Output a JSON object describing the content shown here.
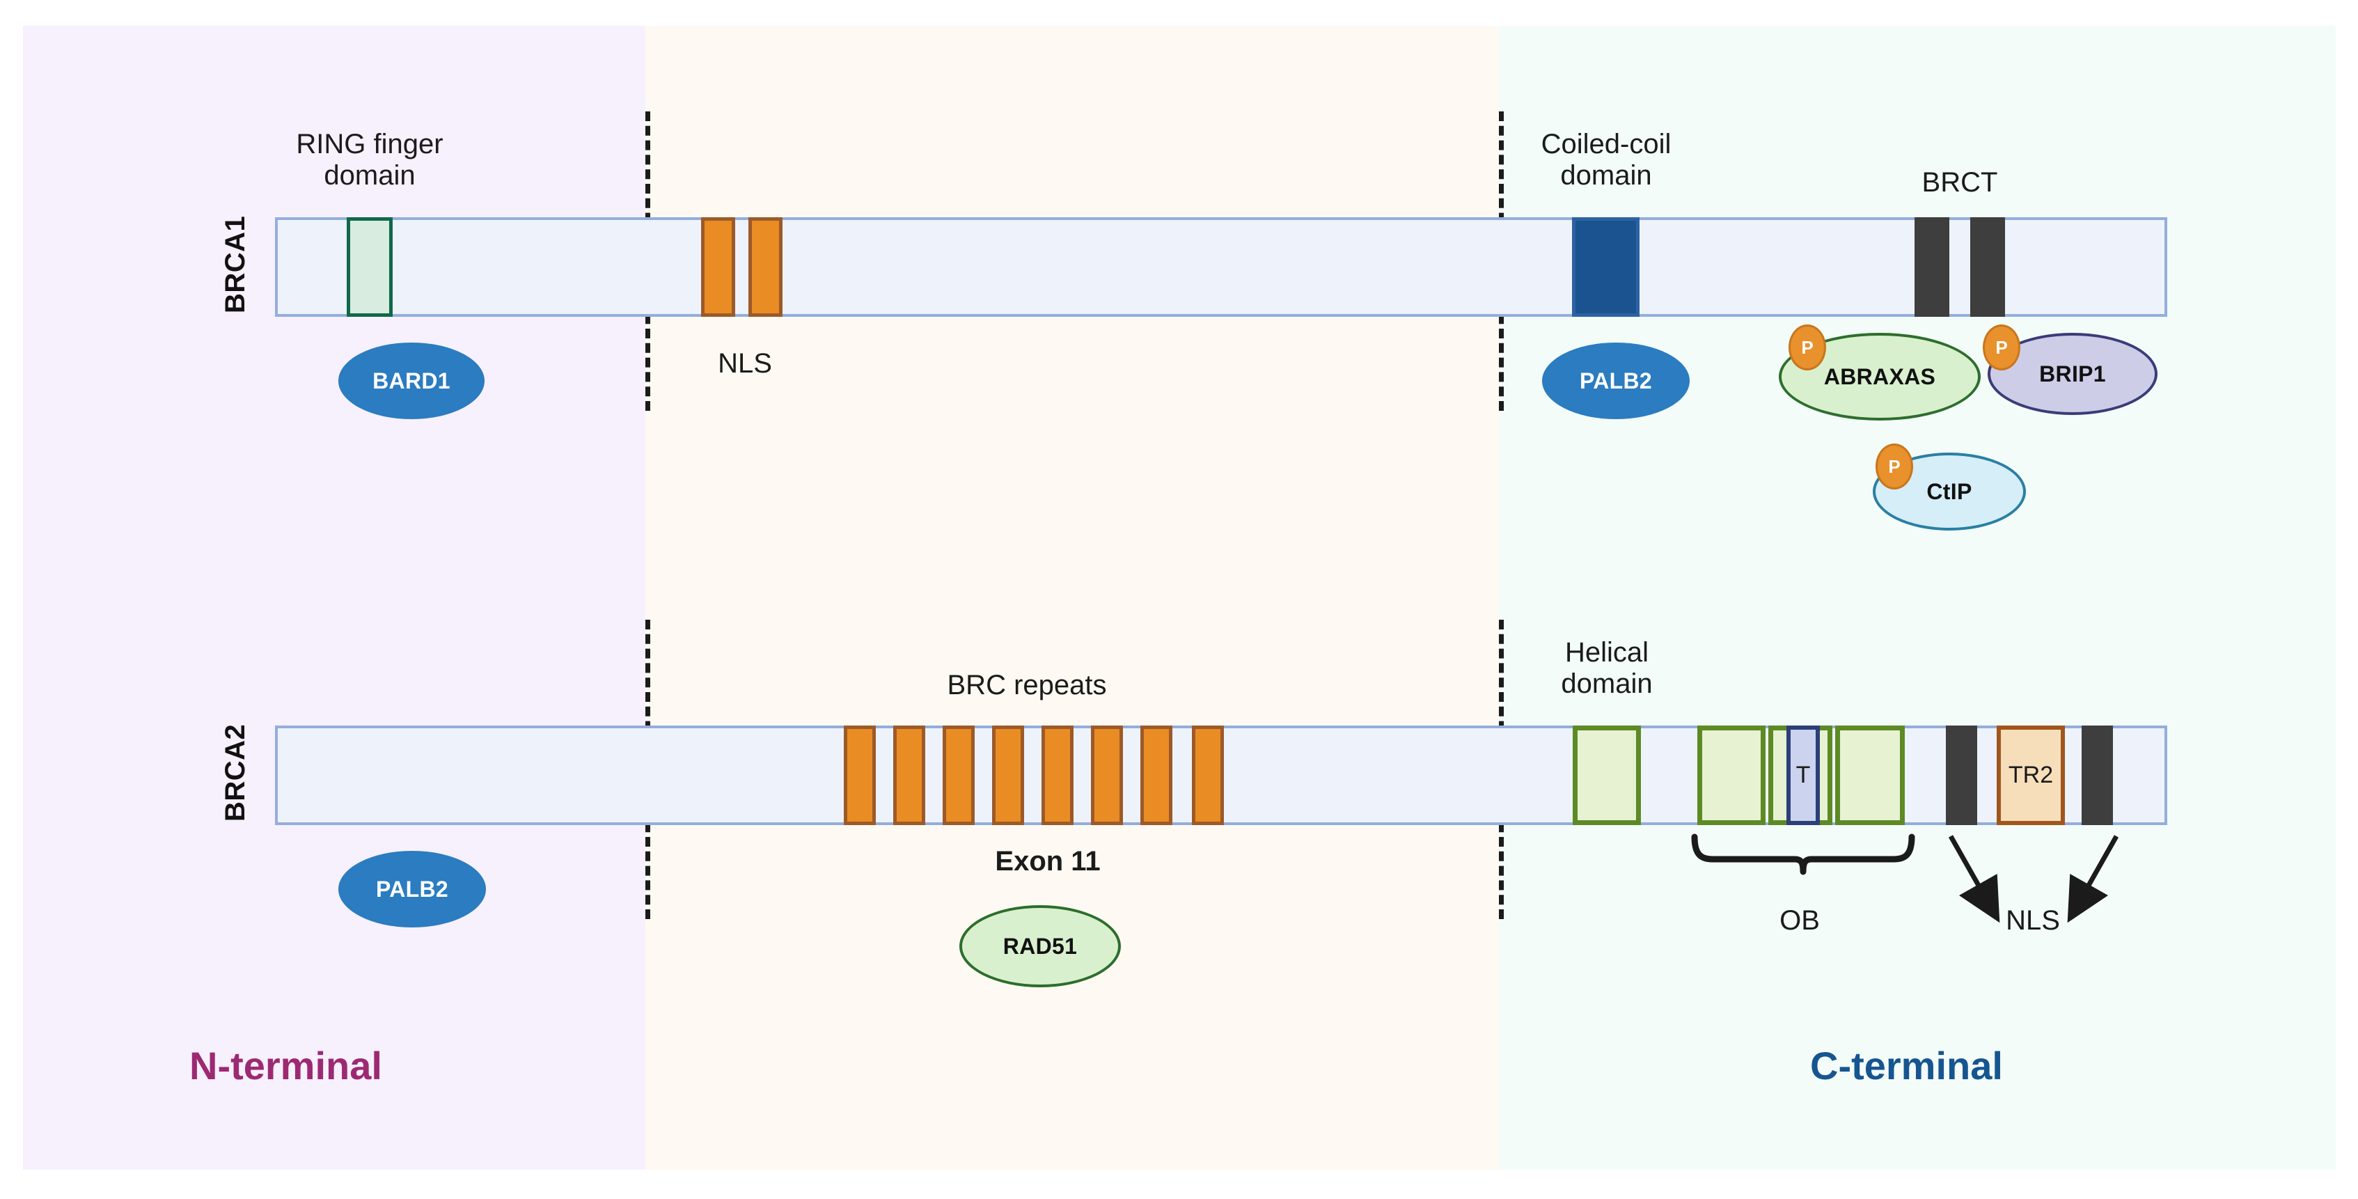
{
  "figure": {
    "zones": [
      {
        "id": "n-terminal",
        "label": "N-terminal",
        "color": "#9c2a72",
        "bg": "#f7f0fd"
      },
      {
        "id": "middle",
        "label": "",
        "color": "",
        "bg": "#fefaf3"
      },
      {
        "id": "c-terminal",
        "label": "C-terminal",
        "color": "#16558f",
        "bg": "#f3fcf9"
      }
    ],
    "bar_fill": "#eef3fb",
    "bar_border": "#93aedd"
  },
  "rows": [
    {
      "id": "brca1",
      "label": "BRCA1",
      "domains": [
        {
          "name": "ring-finger-domain",
          "text": "",
          "fill": "#d9ece0",
          "border": "#10694a"
        },
        {
          "name": "nls-motif-1",
          "text": "",
          "fill": "#ea8c24",
          "border": "#9c5a29"
        },
        {
          "name": "nls-motif-2",
          "text": "",
          "fill": "#ea8c24",
          "border": "#9c5a29"
        },
        {
          "name": "coiled-coil-domain",
          "text": "",
          "fill": "#1b5390",
          "border": "#2c62a3"
        },
        {
          "name": "brct-repeat-1",
          "text": "",
          "fill": "#3e3e3e",
          "border": "#3e3e3e"
        },
        {
          "name": "brct-repeat-2",
          "text": "",
          "fill": "#3e3e3e",
          "border": "#3e3e3e"
        }
      ],
      "annotations": [
        {
          "name": "ring-finger-domain-label",
          "text": "RING finger\ndomain"
        },
        {
          "name": "nls-label",
          "text": "NLS"
        },
        {
          "name": "coiled-coil-domain-label",
          "text": "Coiled-coil\ndomain"
        },
        {
          "name": "brct-label",
          "text": "BRCT"
        }
      ],
      "interactors": [
        {
          "name": "bard1",
          "label": "BARD1",
          "fill": "#2b7cc0",
          "border": "#2b7cc0",
          "text": "#ffffff",
          "phospho": false
        },
        {
          "name": "palb2",
          "label": "PALB2",
          "fill": "#2b7cc0",
          "border": "#2b7cc0",
          "text": "#ffffff",
          "phospho": false
        },
        {
          "name": "abraxas",
          "label": "ABRAXAS",
          "fill": "#d9f0cf",
          "border": "#2d6e2c",
          "text": "#111111",
          "phospho": true
        },
        {
          "name": "brip1",
          "label": "BRIP1",
          "fill": "#cdcde8",
          "border": "#3b3b78",
          "text": "#111111",
          "phospho": true
        },
        {
          "name": "ctip",
          "label": "CtIP",
          "fill": "#d6eef8",
          "border": "#2a7fa5",
          "text": "#111111",
          "phospho": true
        }
      ],
      "phospho_badge": "P"
    },
    {
      "id": "brca2",
      "label": "BRCA2",
      "domains": [
        {
          "name": "brc-repeat-1",
          "text": "",
          "fill": "#ea8c24",
          "border": "#9c5a29"
        },
        {
          "name": "brc-repeat-2",
          "text": "",
          "fill": "#ea8c24",
          "border": "#9c5a29"
        },
        {
          "name": "brc-repeat-3",
          "text": "",
          "fill": "#ea8c24",
          "border": "#9c5a29"
        },
        {
          "name": "brc-repeat-4",
          "text": "",
          "fill": "#ea8c24",
          "border": "#9c5a29"
        },
        {
          "name": "brc-repeat-5",
          "text": "",
          "fill": "#ea8c24",
          "border": "#9c5a29"
        },
        {
          "name": "brc-repeat-6",
          "text": "",
          "fill": "#ea8c24",
          "border": "#9c5a29"
        },
        {
          "name": "brc-repeat-7",
          "text": "",
          "fill": "#ea8c24",
          "border": "#9c5a29"
        },
        {
          "name": "brc-repeat-8",
          "text": "",
          "fill": "#ea8c24",
          "border": "#9c5a29"
        },
        {
          "name": "helical-domain",
          "text": "",
          "fill": "#e7f2d2",
          "border": "#5d8a25"
        },
        {
          "name": "ob-fold-1",
          "text": "",
          "fill": "#e7f2d2",
          "border": "#5d8a25"
        },
        {
          "name": "ob-fold-2",
          "text": "",
          "fill": "#e7f2d2",
          "border": "#5d8a25"
        },
        {
          "name": "tower-domain",
          "text": "T",
          "fill": "#ccd3ee",
          "border": "#2c3f79"
        },
        {
          "name": "ob-fold-3",
          "text": "",
          "fill": "#e7f2d2",
          "border": "#5d8a25"
        },
        {
          "name": "nls-motif-1",
          "text": "",
          "fill": "#3e3e3e",
          "border": "#3e3e3e"
        },
        {
          "name": "tr2-domain",
          "text": "TR2",
          "fill": "#f7debb",
          "border": "#a0561c"
        },
        {
          "name": "nls-motif-2",
          "text": "",
          "fill": "#3e3e3e",
          "border": "#3e3e3e"
        }
      ],
      "annotations": [
        {
          "name": "brc-repeats-label",
          "text": "BRC repeats"
        },
        {
          "name": "exon-11-label",
          "text": "Exon 11"
        },
        {
          "name": "helical-domain-label",
          "text": "Helical\ndomain"
        },
        {
          "name": "ob-label",
          "text": "OB"
        },
        {
          "name": "nls-label",
          "text": "NLS"
        }
      ],
      "interactors": [
        {
          "name": "palb2",
          "label": "PALB2",
          "fill": "#2b7cc0",
          "border": "#2b7cc0",
          "text": "#ffffff",
          "phospho": false
        },
        {
          "name": "rad51",
          "label": "RAD51",
          "fill": "#d9f0cf",
          "border": "#2d6e2c",
          "text": "#111111",
          "phospho": false
        }
      ]
    }
  ]
}
